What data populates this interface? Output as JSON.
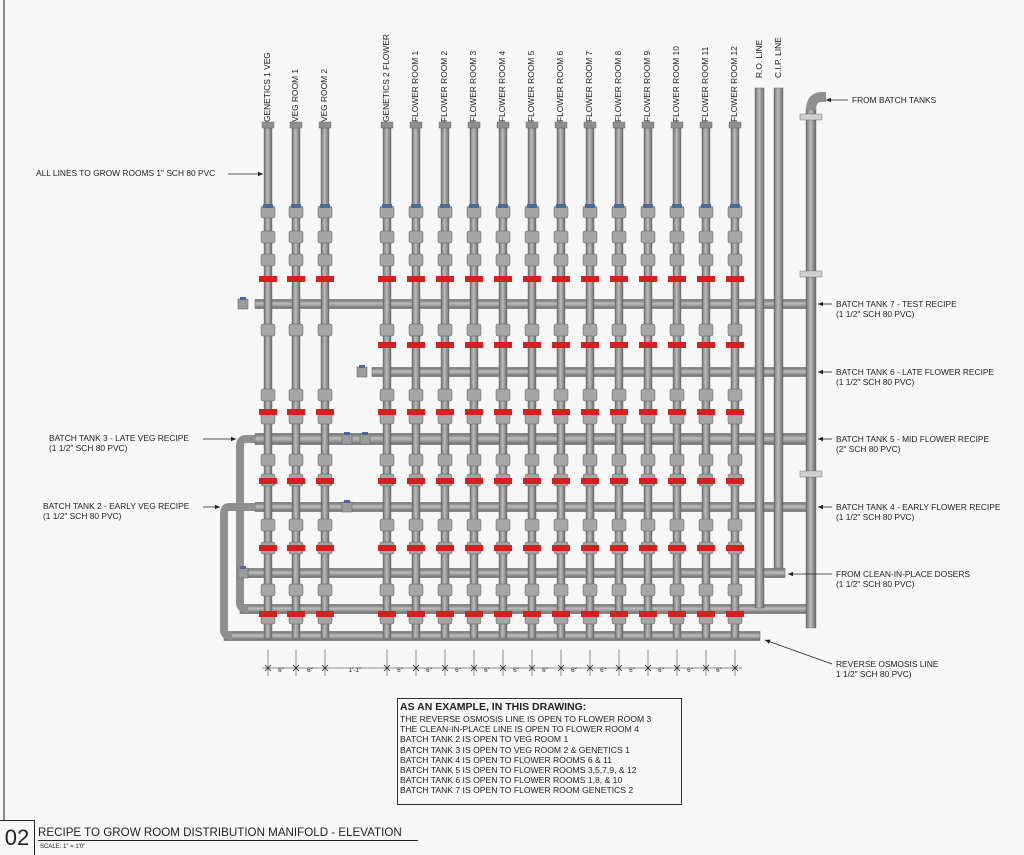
{
  "labels": {
    "genetics_1_veg": "GENETICS 1 VEG",
    "veg_room_1": "VEG ROOM 1",
    "veg_room_2": "VEG ROOM 2",
    "genetics_2_flower": "GENETICS 2 FLOWER",
    "flower_room_1": "FLOWER ROOM 1",
    "flower_room_2": "FLOWER ROOM 2",
    "flower_room_3": "FLOWER ROOM 3",
    "flower_room_4": "FLOWER ROOM 4",
    "flower_room_5": "FLOWER ROOM 5",
    "flower_room_6": "FLOWER ROOM 6",
    "flower_room_7": "FLOWER ROOM 7",
    "flower_room_8": "FLOWER ROOM 8",
    "flower_room_9": "FLOWER ROOM 9",
    "flower_room_10": "FLOWER ROOM 10",
    "flower_room_11": "FLOWER ROOM 11",
    "flower_room_12": "FLOWER ROOM 12",
    "ro_line": "R.O. LINE",
    "cip_line": "C.I.P. LINE",
    "from_batch_tanks": "FROM BATCH TANKS",
    "all_lines": "ALL LINES TO GROW ROOMS 1\" SCH 80 PVC",
    "tank7": "BATCH TANK 7 - TEST RECIPE",
    "tank7_spec": "(1 1/2\" SCH 80 PVC)",
    "tank6": "BATCH TANK 6 - LATE FLOWER RECIPE",
    "tank6_spec": "(1 1/2\" SCH 80 PVC)",
    "tank5": "BATCH TANK 5 - MID FLOWER RECIPE",
    "tank5_spec": "(2\" SCH 80 PVC)",
    "tank4": "BATCH TANK 4 - EARLY FLOWER RECIPE",
    "tank4_spec": "(1 1/2\" SCH 80 PVC)",
    "cip_dosers": "FROM CLEAN-IN-PLACE DOSERS",
    "cip_spec": "(1 1/2\" SCH 80 PVC)",
    "ro_label": "REVERSE OSMOSIS LINE",
    "ro_spec": "1 1/2\" SCH 80 PVC)",
    "tank3": "BATCH TANK 3 - LATE VEG RECIPE",
    "tank3_spec": "(1 1/2\" SCH 80 PVC)",
    "tank2": "BATCH TANK 2 - EARLY VEG RECIPE",
    "tank2_spec": "(1 1/2\" SCH 80 PVC)"
  },
  "dimensions": {
    "six_in": "6\"",
    "gap": "1'-1\""
  },
  "example": {
    "title": "AS AN EXAMPLE, IN THIS DRAWING:",
    "lines": [
      "THE REVERSE OSMOSIS LINE IS OPEN TO FLOWER ROOM 3",
      "THE CLEAN-IN-PLACE LINE IS OPEN TO FLOWER ROOM 4",
      "BATCH TANK 2 IS OPEN TO VEG ROOM 1",
      "BATCH TANK 3 IS OPEN TO VEG ROOM 2 & GENETICS 1",
      "BATCH TANK 4 IS OPEN TO FLOWER ROOMS 6 & 11",
      "BATCH TANK 5 IS OPEN TO FLOWER ROOMS 3,5,7,9, & 12",
      "BATCH TANK 6 IS OPEN TO FLOWER ROOMS 1,8, & 10",
      "BATCH TANK 7 IS OPEN TO FLOWER ROOM GENETICS 2"
    ]
  },
  "title_block": {
    "number": "02",
    "title": "RECIPE TO GROW ROOM DISTRIBUTION MANIFOLD - ELEVATION",
    "scale": "SCALE: 1\" = 1'0\""
  },
  "colors": {
    "pipe": "#8f8f8f",
    "pipe_dark": "#5e5e5e",
    "valve_handle": "#d71f1f",
    "tag": "#4a6a9a",
    "background": "#f7f7f7"
  }
}
